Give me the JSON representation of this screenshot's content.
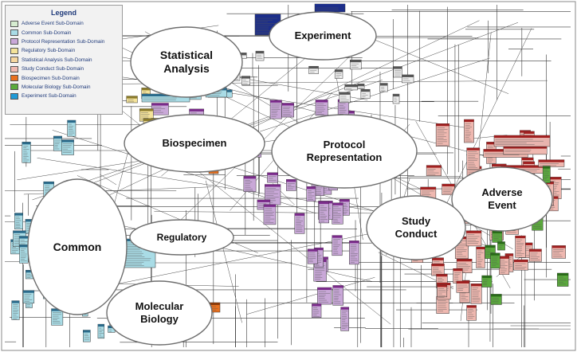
{
  "legend": {
    "title": "Legend",
    "items": [
      {
        "label": "Adverse Event Sub-Domain",
        "color": "#d6ecd0"
      },
      {
        "label": "Common Sub-Domain",
        "color": "#a9dce6"
      },
      {
        "label": "Protocol Representation Sub-Domain",
        "color": "#c9a8d8"
      },
      {
        "label": "Regulatory Sub-Domain",
        "color": "#f4e39a"
      },
      {
        "label": "Statistical Analysis Sub-Domain",
        "color": "#f6d7a0"
      },
      {
        "label": "Study Conduct Sub-Domain",
        "color": "#efb8b0"
      },
      {
        "label": "Biospecimen Sub-Domain",
        "color": "#e8701e"
      },
      {
        "label": "Molecular Biology Sub-Domain",
        "color": "#5aaa3c"
      },
      {
        "label": "Experiment Sub-Domain",
        "color": "#1f9ad6"
      }
    ]
  },
  "domains": [
    {
      "id": "statistical-analysis",
      "label": "Statistical\nAnalysis"
    },
    {
      "id": "experiment",
      "label": "Experiment"
    },
    {
      "id": "biospecimen",
      "label": "Biospecimen"
    },
    {
      "id": "protocol-representation",
      "label": "Protocol\nRepresentation"
    },
    {
      "id": "adverse-event",
      "label": "Adverse\nEvent"
    },
    {
      "id": "study-conduct",
      "label": "Study\nConduct"
    },
    {
      "id": "common",
      "label": "Common"
    },
    {
      "id": "regulatory",
      "label": "Regulatory"
    },
    {
      "id": "molecular-biology",
      "label": "Molecular\nBiology"
    }
  ],
  "colors": {
    "experiment_dark": "#1c2e8a",
    "biospecimen": "#e8701e",
    "molecular_biology": "#5aaa3c",
    "common": "#a9dce6",
    "protocol": "#c9a8d8",
    "study_conduct": "#efb8b0",
    "protocol_dark": "#7a2a8a",
    "study_dark": "#a02020"
  }
}
